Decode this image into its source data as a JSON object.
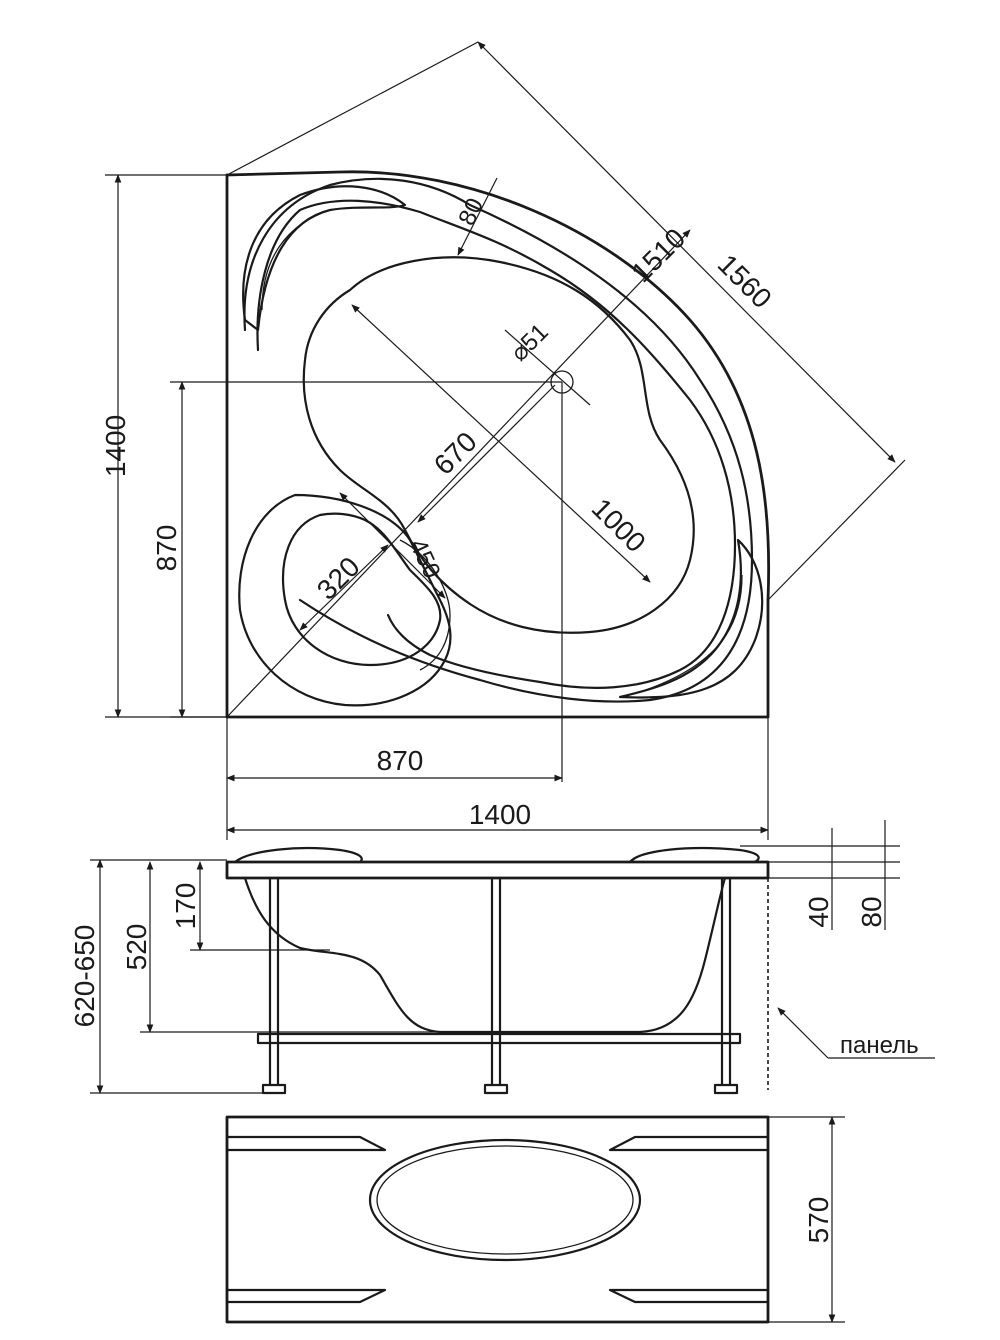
{
  "top_view": {
    "dimensions": {
      "d_1400_vertical": "1400",
      "d_870_vertical": "870",
      "d_870_horizontal": "870",
      "d_1400_horizontal": "1400",
      "d_1560": "1560",
      "d_1510": "1510",
      "d_80": "80",
      "d_drain": "⌀51",
      "d_670": "670",
      "d_1000": "1000",
      "d_450": "450",
      "d_320": "320"
    }
  },
  "side_view": {
    "dimensions": {
      "d_height": "620-650",
      "d_520": "520",
      "d_170": "170",
      "d_40": "40",
      "d_80": "80"
    },
    "panel_label": "панель"
  },
  "panel_view": {
    "dimensions": {
      "d_570": "570"
    }
  }
}
